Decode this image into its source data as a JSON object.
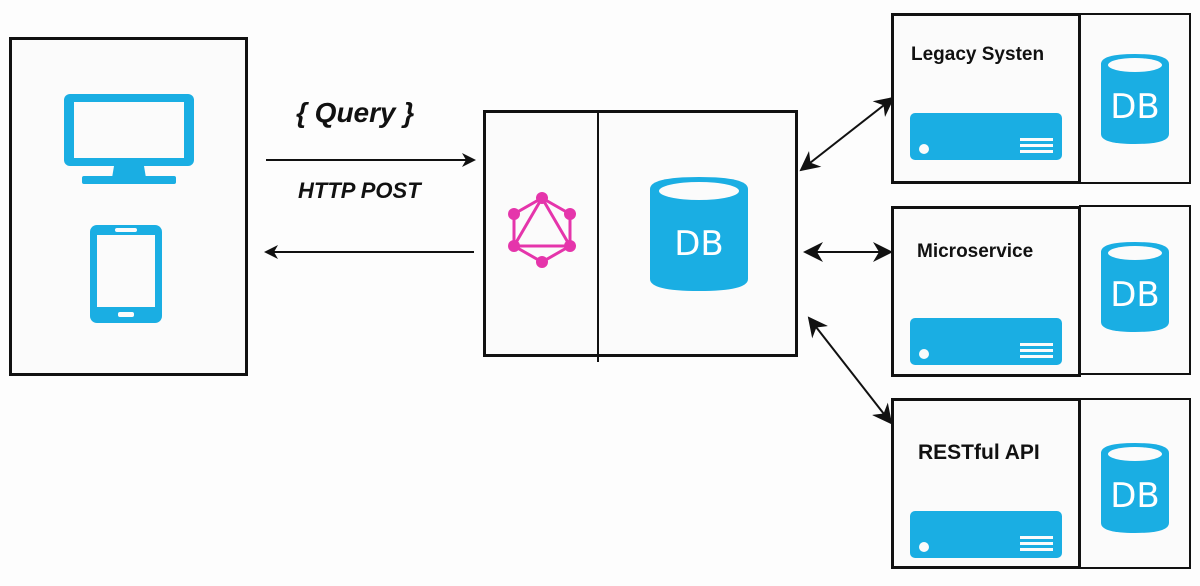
{
  "colors": {
    "icon_blue": "#1aaee3",
    "graphql_pink": "#e535ab",
    "line": "#111111"
  },
  "client": {
    "icons": [
      "desktop-monitor-icon",
      "tablet-icon"
    ]
  },
  "request": {
    "query_label": "{ Query }",
    "method_label": "HTTP POST"
  },
  "server": {
    "icons": [
      "graphql-icon",
      "database-icon"
    ],
    "db_label": "DB"
  },
  "backends": [
    {
      "label": "Legacy Systen",
      "db_label": "DB"
    },
    {
      "label": "Microservice",
      "db_label": "DB"
    },
    {
      "label": "RESTful API",
      "db_label": "DB"
    }
  ]
}
